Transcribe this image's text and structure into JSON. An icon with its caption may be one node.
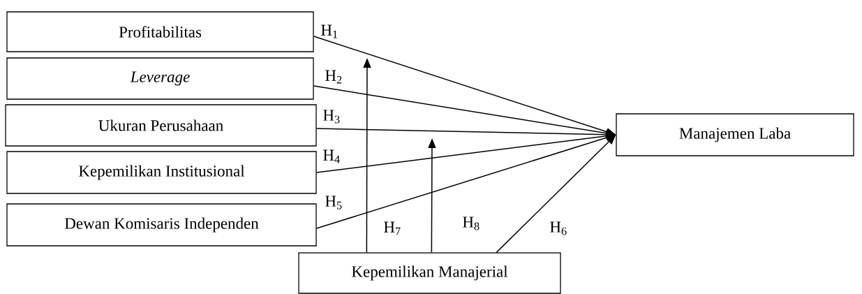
{
  "diagram": {
    "nodes": [
      {
        "text": [
          "Profitabilitas"
        ]
      },
      {
        "text": [
          "Leverage"
        ]
      },
      {
        "text": [
          "Ukuran Perusahaan"
        ]
      },
      {
        "text": [
          "Kepemilikan Institusional"
        ]
      },
      {
        "text": [
          "Dewan Komisaris Independen"
        ]
      },
      {
        "text": [
          "Manajemen Laba"
        ]
      },
      {
        "text": [
          "Kepemilikan Manajerial"
        ]
      }
    ],
    "edges": [
      {
        "from": 0,
        "to": 5,
        "arrow": "to",
        "label": "H$_{1}$"
      },
      {
        "from": 1,
        "to": 5,
        "arrow": "to",
        "label": "H$_{2}$"
      },
      {
        "from": 2,
        "to": 5,
        "arrow": "to",
        "label": "H$_{3}$"
      },
      {
        "from": 3,
        "to": 5,
        "arrow": "to",
        "label": "H$_{4}$"
      },
      {
        "from": 4,
        "to": 5,
        "arrow": "to",
        "label": "H$_{5}$"
      },
      {
        "from": 6,
        "to": 5,
        "arrow": "to",
        "label": "H$_{6}$"
      },
      {
        "from": 6,
        "to": null,
        "arrow": "to",
        "label": "H$_{7}$"
      },
      {
        "from": 6,
        "to": null,
        "arrow": "to",
        "label": "H$_{8}$"
      }
    ]
  }
}
